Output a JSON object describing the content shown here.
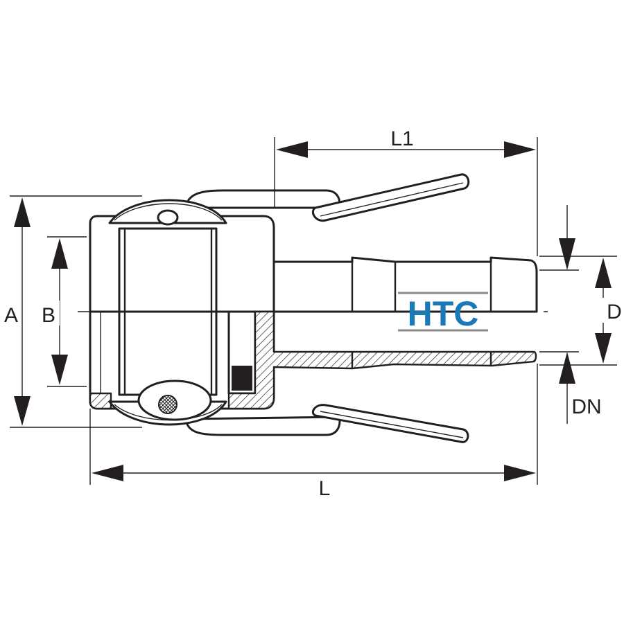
{
  "drawing": {
    "logo": {
      "text": "HTC",
      "color": "#1a7ab8",
      "rule_color": "#8a8a8a"
    },
    "dimensions": {
      "A": "A",
      "B": "B",
      "D": "D",
      "DN": "DN",
      "L": "L",
      "L1": "L1"
    },
    "line_color": "#231f20"
  }
}
